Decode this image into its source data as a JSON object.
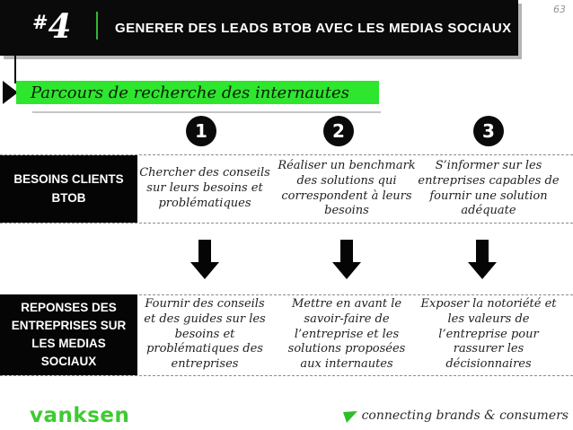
{
  "page_number": "63",
  "header": {
    "prefix": "#",
    "number": "4",
    "title": "GENERER DES LEADS BTOB AVEC LES MEDIAS SOCIAUX"
  },
  "section": {
    "title": "Parcours de recherche des internautes"
  },
  "diagram": {
    "step_numbers": [
      "1",
      "2",
      "3"
    ],
    "rows": [
      {
        "label": "BESOINS CLIENTS BTOB",
        "cells": [
          "Chercher des conseils sur leurs besoins et problématiques",
          "Réaliser un benchmark des solutions qui correspondent à leurs besoins",
          "S’informer sur les entreprises capables de fournir une solution adéquate"
        ]
      },
      {
        "label": "REPONSES DES ENTREPRISES SUR LES MEDIAS SOCIAUX",
        "cells": [
          "Fournir des conseils et des guides sur les besoins et problématiques des entreprises",
          "Mettre en avant le savoir-faire de l’entreprise et les solutions proposées aux internautes",
          "Exposer la notoriété et les valeurs de l’entreprise pour rassurer les décisionnaires"
        ]
      }
    ]
  },
  "footer": {
    "logo_text": "vanksen",
    "tagline": "connecting brands & consumers"
  },
  "colors": {
    "accent_green": "#2ee62e",
    "logo_green": "#3ecb33",
    "banner_black": "#0a0a0a"
  }
}
